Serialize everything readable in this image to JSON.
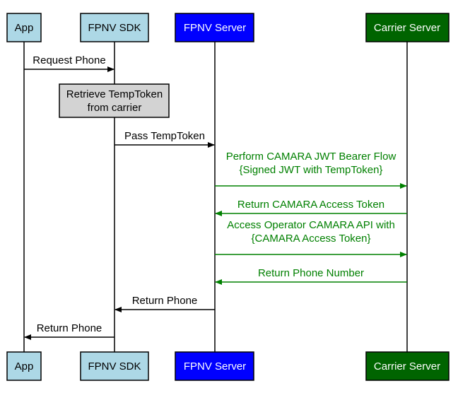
{
  "colors": {
    "app_fill": "#add8e6",
    "sdk_fill": "#add8e6",
    "fpnv_server_fill": "#0000ff",
    "carrier_server_fill": "#006400",
    "note_fill": "#d3d3d3",
    "black": "#000000",
    "green": "#008000",
    "white": "#ffffff"
  },
  "participants": {
    "app": "App",
    "sdk": "FPNV SDK",
    "fpnv_server": "FPNV Server",
    "carrier_server": "Carrier Server"
  },
  "note": {
    "line1": "Retrieve TempToken",
    "line2": "from carrier"
  },
  "messages": {
    "request_phone": "Request Phone",
    "pass_temptoken": "Pass TempToken",
    "jwt_line1": "Perform CAMARA JWT Bearer Flow",
    "jwt_line2": "{Signed JWT with TempToken}",
    "return_access_token": "Return CAMARA Access Token",
    "access_api_line1": "Access Operator CAMARA API with",
    "access_api_line2": "{CAMARA Access Token}",
    "return_phone_number": "Return Phone Number",
    "return_phone_sdk": "Return Phone",
    "return_phone_app": "Return Phone"
  }
}
